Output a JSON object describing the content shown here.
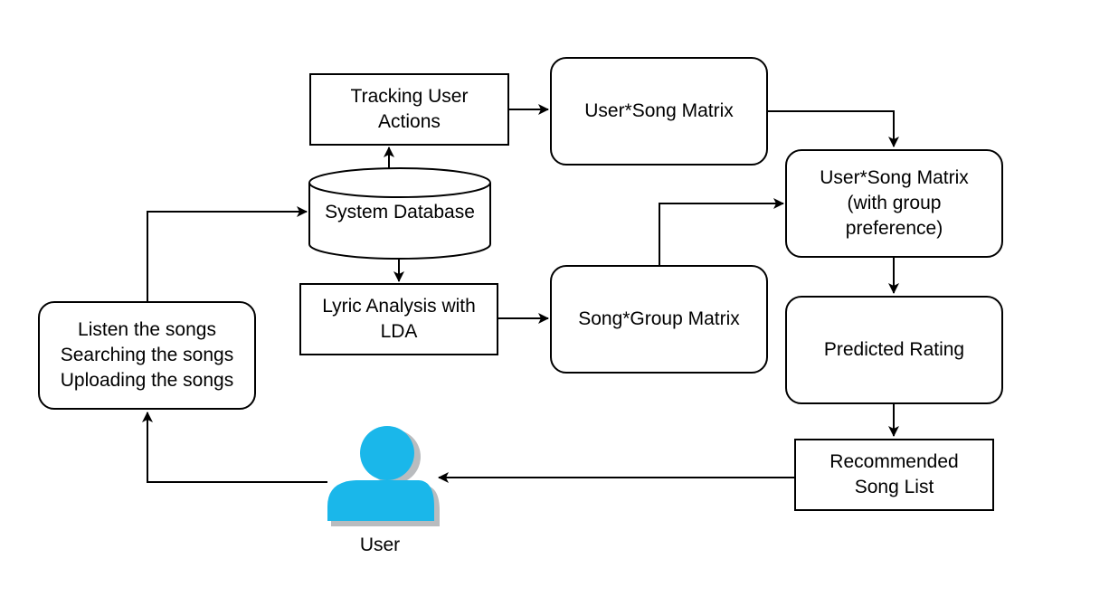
{
  "diagram": {
    "nodes": {
      "tracking": "Tracking User\nActions",
      "user_song_matrix": "User*Song Matrix",
      "user_song_matrix_group": "User*Song Matrix\n(with group\npreference)",
      "system_database": "System Database",
      "lyric_analysis": "Lyric Analysis with\nLDA",
      "song_group_matrix": "Song*Group Matrix",
      "user_activities": "Listen the songs\nSearching the songs\nUploading the songs",
      "predicted_rating": "Predicted Rating",
      "recommended_list": "Recommended\nSong List",
      "user": "User"
    },
    "colors": {
      "stroke": "#000000",
      "user_icon": "#1ab7ea",
      "user_shadow": "#b9bcbf"
    },
    "icons": {
      "user": "user-icon",
      "database": "database-cylinder-icon"
    }
  }
}
